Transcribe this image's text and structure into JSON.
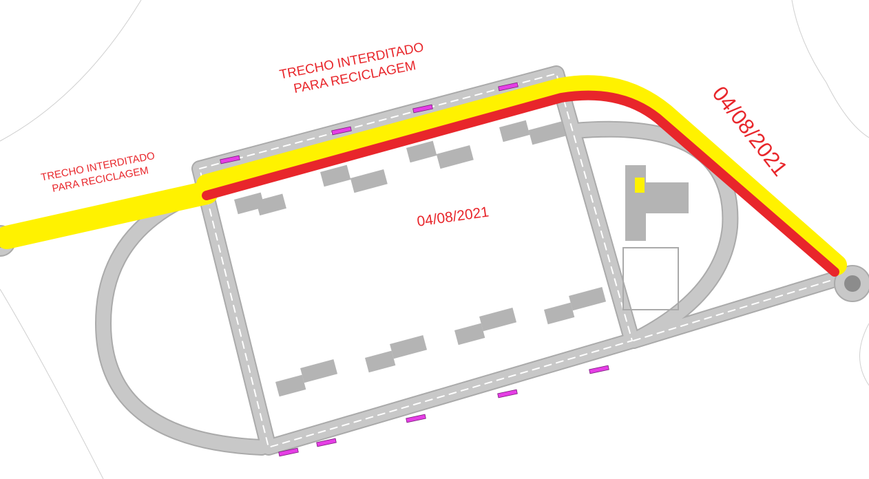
{
  "labels": {
    "left_closure": {
      "line1": "TRECHO INTERDITADO",
      "line2": "PARA RECICLAGEM"
    },
    "top_closure": {
      "line1": "TRECHO INTERDITADO",
      "line2": "PARA RECICLAGEM"
    },
    "center_date": "04/08/2021",
    "right_date": "04/08/2021"
  },
  "colors": {
    "background": "#ffffff",
    "road": "#c8c8c8",
    "road_edge": "#aaaaaa",
    "building": "#b4b4b4",
    "closure_highlight": "#fff200",
    "closure_route": "#e8262b",
    "marker": "#e53ee5",
    "label_text": "#e8262b"
  },
  "icons": [
    "roundabout-icon",
    "crosswalk-marker-icon"
  ]
}
